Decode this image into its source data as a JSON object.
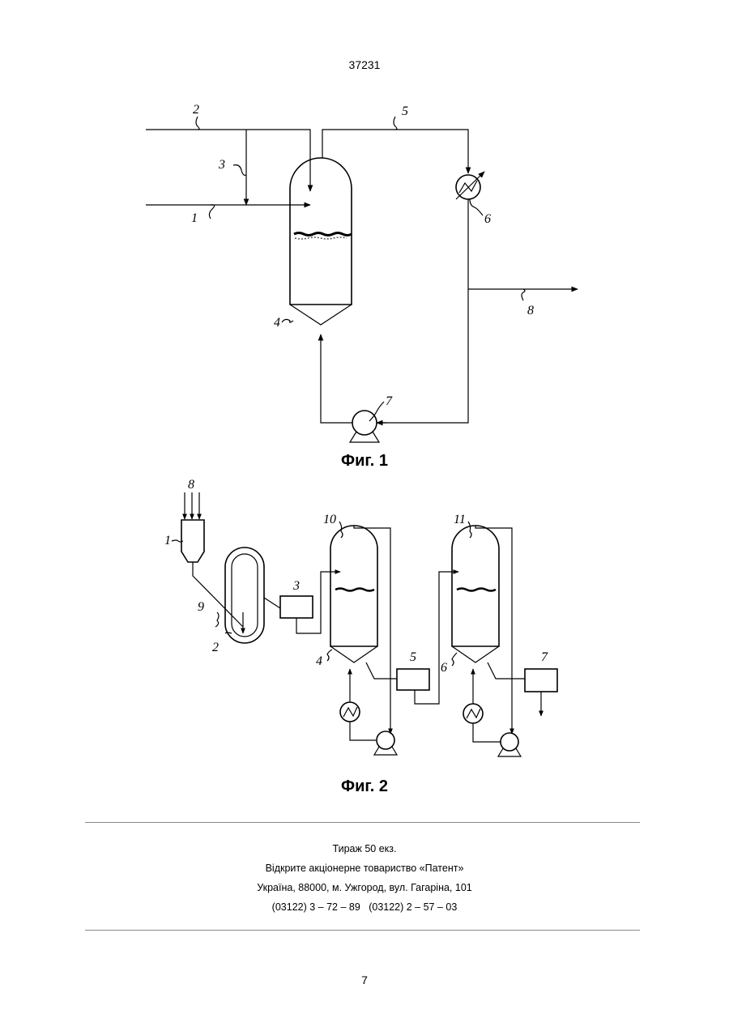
{
  "header": {
    "doc_number": "37231"
  },
  "figure1": {
    "caption": "Фиг. 1",
    "labels": [
      "1",
      "2",
      "3",
      "4",
      "5",
      "6",
      "7",
      "8"
    ]
  },
  "figure2": {
    "caption": "Фиг. 2",
    "labels": [
      "1",
      "2",
      "3",
      "4",
      "5",
      "6",
      "7",
      "8",
      "9",
      "10",
      "11"
    ]
  },
  "footer": {
    "lines": [
      "Тираж 50 екз.",
      "Відкрите акціонерне товариство «Патент»",
      "Україна, 88000, м. Ужгород, вул. Гагаріна, 101",
      "(03122) 3 – 72 – 89   (03122) 2 – 57 – 03"
    ]
  },
  "page_number": "7"
}
